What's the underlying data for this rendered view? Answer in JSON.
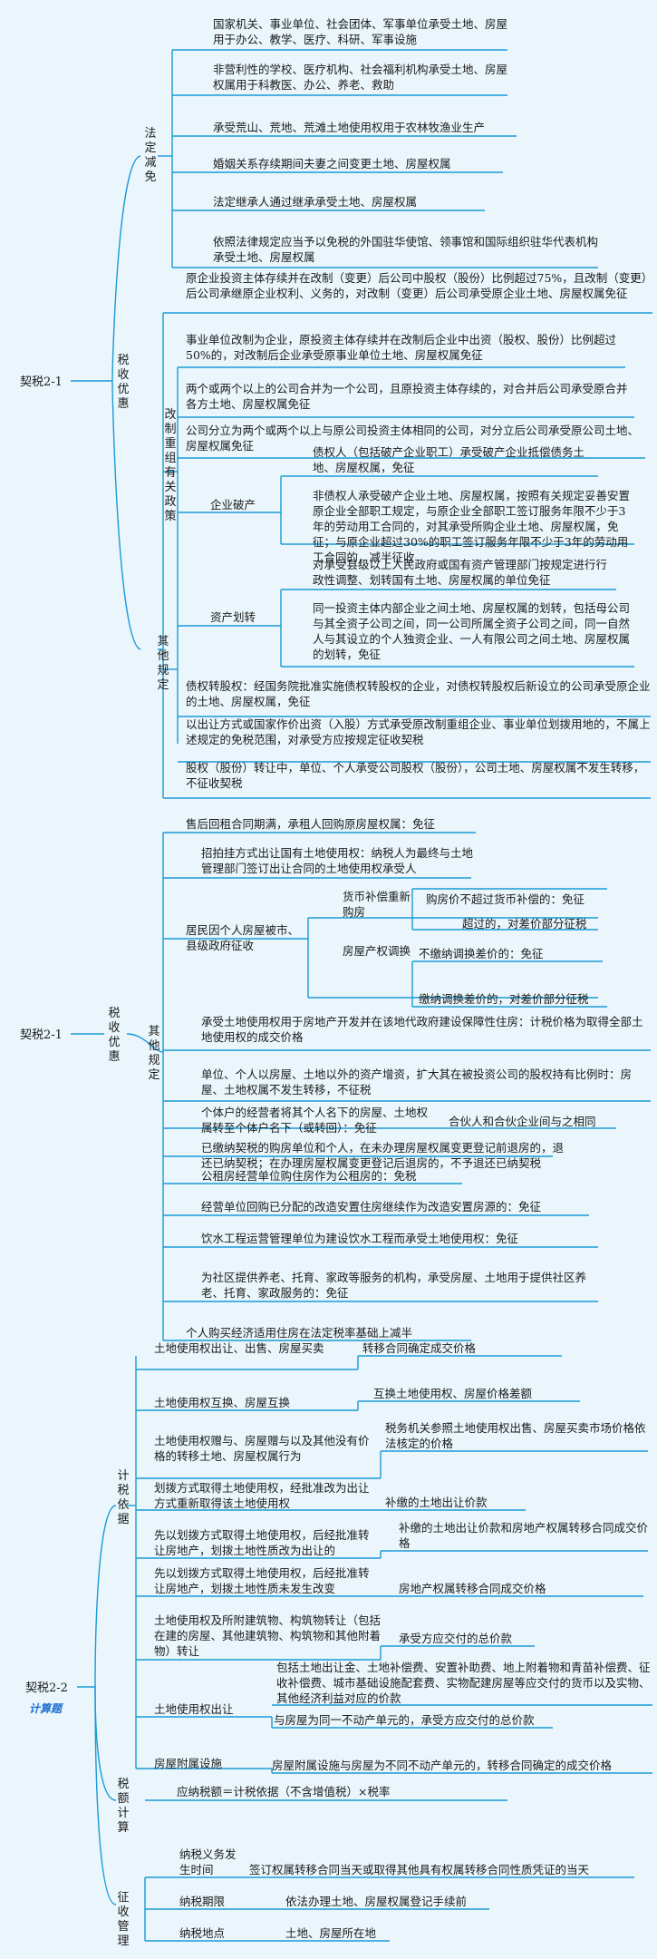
{
  "colors": {
    "background": "#eaf6fb",
    "line": "#1a9ad6",
    "text": "#1a1a1a",
    "accent": "#1e6fd0"
  },
  "sec1": {
    "root": "契税2-1",
    "l1": "税收优惠",
    "legal": {
      "label": "法定减免",
      "items": [
        "国家机关、事业单位、社会团体、军事单位承受土地、房屋用于办公、教学、医疗、科研、军事设施",
        "非营利性的学校、医疗机构、社会福利机构承受土地、房屋权属用于科教医、办公、养老、救助",
        "承受荒山、荒地、荒滩土地使用权用于农林牧渔业生产",
        "婚姻关系存续期间夫妻之间变更土地、房屋权属",
        "法定继承人通过继承承受土地、房屋权属",
        "依照法律规定应当予以免税的外国驻华使馆、领事馆和国际组织驻华代表机构承受土地、房屋权属"
      ]
    },
    "other": {
      "label": "其他规定",
      "reform": {
        "label": "改制重组有关政策",
        "items": [
          "原企业投资主体存续并在改制（变更）后公司中股权（股份）比例超过75%，且改制（变更）后公司承继原企业权利、义务的，对改制（变更）后公司承受原企业土地、房屋权属免征",
          "事业单位改制为企业，原投资主体存续并在改制后企业中出资（股权、股份）比例超过50%的，对改制后企业承受原事业单位土地、房屋权属免征",
          "两个或两个以上的公司合并为一个公司，且原投资主体存续的，对合并后公司承受原合并各方土地、房屋权属免征",
          "公司分立为两个或两个以上与原公司投资主体相同的公司，对分立后公司承受原公司土地、房屋权属免征"
        ],
        "bankruptcy": {
          "label": "企业破产",
          "items": [
            "债权人（包括破产企业职工）承受破产企业抵偿债务土地、房屋权属，免征",
            "非债权人承受破产企业土地、房屋权属，按照有关规定妥善安置原企业全部职工规定，与原企业全部职工签订服务年限不少于3年的劳动用工合同的，对其承受所购企业土地、房屋权属，免征；与原企业超过30%的职工签订服务年限不少于3年的劳动用工合同的，减半征收"
          ]
        },
        "transfer": {
          "label": "资产划转",
          "items": [
            "对承受县级以上人民政府或国有资产管理部门按规定进行行政性调整、划转国有土地、房屋权属的单位免征",
            "同一投资主体内部企业之间土地、房屋权属的划转，包括母公司与其全资子公司之间，同一公司所属全资子公司之间，同一自然人与其设立的个人独资企业、一人有限公司之间土地、房屋权属的划转，免征"
          ]
        },
        "items2": [
          "债权转股权：经国务院批准实施债权转股权的企业，对债权转股权后新设立的公司承受原企业的土地、房屋权属，免征",
          "以出让方式或国家作价出资（入股）方式承受原改制重组企业、事业单位划拨用地的，不属上述规定的免税范围，对承受方应按规定征收契税",
          "股权（股份）转让中，单位、个人承受公司股权（股份），公司土地、房屋权属不发生转移，不征收契税"
        ]
      }
    }
  },
  "sec2": {
    "root": "契税2-1",
    "l1": "税收优惠",
    "l2": "其他规定",
    "items_a": [
      "售后回租合同期满，承租人回购原房屋权属：免征",
      "招拍挂方式出让国有土地使用权：纳税人为最终与土地管理部门签订出让合同的土地使用权承受人"
    ],
    "resident": {
      "label": "居民因个人房屋被市、县级政府征收",
      "comp": {
        "label": "货币补偿重新购房",
        "items": [
          "购房价不超过货币补偿的：免征",
          "超过的，对差价部分征税"
        ]
      },
      "swap": {
        "label": "房屋产权调换",
        "items": [
          "不缴纳调换差价的：免征",
          "缴纳调换差价的，对差价部分征税"
        ]
      }
    },
    "items_b": [
      "承受土地使用权用于房地产开发并在该地代政府建设保障性住房：计税价格为取得全部土地使用权的成交价格",
      "单位、个人以房屋、土地以外的资产增资，扩大其在被投资公司的股权持有比例时：房屋、土地权属不发生转移，不征税"
    ],
    "individual": {
      "text": "个体户的经营者将其个人名下的房屋、土地权属转至个体户名下（或转回）：免征",
      "side": "合伙人和合伙企业间与之相同"
    },
    "items_c": [
      "已缴纳契税的购房单位和个人，在未办理房屋权属变更登记前退房的，退还已纳契税；在办理房屋权属变更登记后退房的，不予退还已纳契税",
      "公租房经营单位购住房作为公租房的：免税",
      "经营单位回购已分配的改造安置住房继续作为改造安置房源的：免征",
      "饮水工程运营管理单位为建设饮水工程而承受土地使用权：免征",
      "为社区提供养老、托育、家政等服务的机构，承受房屋、土地用于提供社区养老、托育、家政服务的：免征",
      "个人购买经济适用住房在法定税率基础上减半"
    ]
  },
  "sec3": {
    "root": "契税2-2",
    "sub": "计算题",
    "basis": {
      "label": "计税依据",
      "rows": [
        {
          "left": "土地使用权出让、出售、房屋买卖",
          "right": "转移合同确定成交价格"
        },
        {
          "left": "土地使用权互换、房屋互换",
          "right": "互换土地使用权、房屋价格差额"
        },
        {
          "left": "土地使用权赠与、房屋赠与以及其他没有价格的转移土地、房屋权属行为",
          "right": "税务机关参照土地使用权出售、房屋买卖市场价格依法核定的价格"
        },
        {
          "left": "划拨方式取得土地使用权，经批准改为出让方式重新取得该土地使用权",
          "right": "补缴的土地出让价款"
        },
        {
          "left": "先以划拨方式取得土地使用权，后经批准转让房地产，划拨土地性质改为出让的",
          "right": "补缴的土地出让价款和房地产权属转移合同成交价格"
        },
        {
          "left": "先以划拨方式取得土地使用权，后经批准转让房地产，划拨土地性质未发生改变",
          "right": "房地产权属转移合同成交价格"
        },
        {
          "left": "土地使用权及所附建筑物、构筑物转让（包括在建的房屋、其他建筑物、构筑物和其他附着物）转让",
          "right": "承受方应交付的总价款"
        },
        {
          "left": "土地使用权出让",
          "right": "包括土地出让金、土地补偿费、安置补助费、地上附着物和青苗补偿费、征收补偿费、城市基础设施配套费、实物配建房屋等应交付的货币以及实物、其他经济利益对应的价款"
        }
      ],
      "annex": {
        "label": "房屋附属设施",
        "items": [
          "与房屋为同一不动产单元的，承受方应交付的总价款",
          "房屋附属设施与房屋为不同不动产单元的，转移合同确定的成交价格"
        ]
      }
    },
    "calc": {
      "label": "税额计算",
      "formula": "应纳税额＝计税依据（不含增值税）×税率"
    },
    "admin": {
      "label": "征收管理",
      "rows": [
        {
          "left": "纳税义务发生时间",
          "right": "签订权属转移合同当天或取得其他具有权属转移合同性质凭证的当天"
        },
        {
          "left": "纳税期限",
          "right": "依法办理土地、房屋权属登记手续前"
        },
        {
          "left": "纳税地点",
          "right": "土地、房屋所在地"
        }
      ]
    }
  }
}
